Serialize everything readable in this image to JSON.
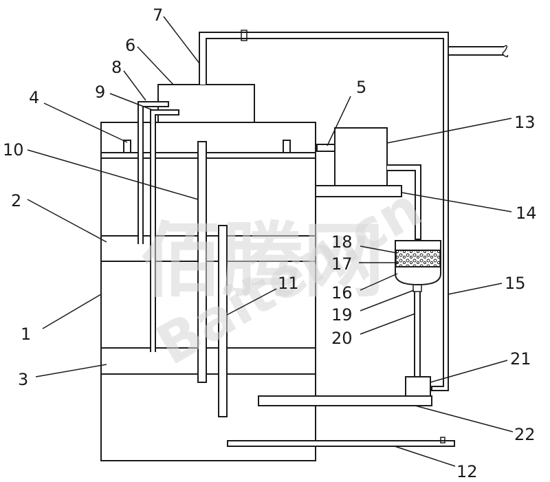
{
  "labels": {
    "n1": "1",
    "n2": "2",
    "n3": "3",
    "n4": "4",
    "n5": "5",
    "n6": "6",
    "n7": "7",
    "n8": "8",
    "n9": "9",
    "n10": "10",
    "n11": "11",
    "n12": "12",
    "n13": "13",
    "n14": "14",
    "n15": "15",
    "n16": "16",
    "n17": "17",
    "n18": "18",
    "n19": "19",
    "n20": "20",
    "n21": "21",
    "n22": "22"
  },
  "watermark": {
    "cn": "佰腾网",
    "en": "Baiten.cn"
  },
  "colors": {
    "line": "#1a1a1a",
    "background": "#ffffff",
    "watermark": "#d6d6d6"
  }
}
